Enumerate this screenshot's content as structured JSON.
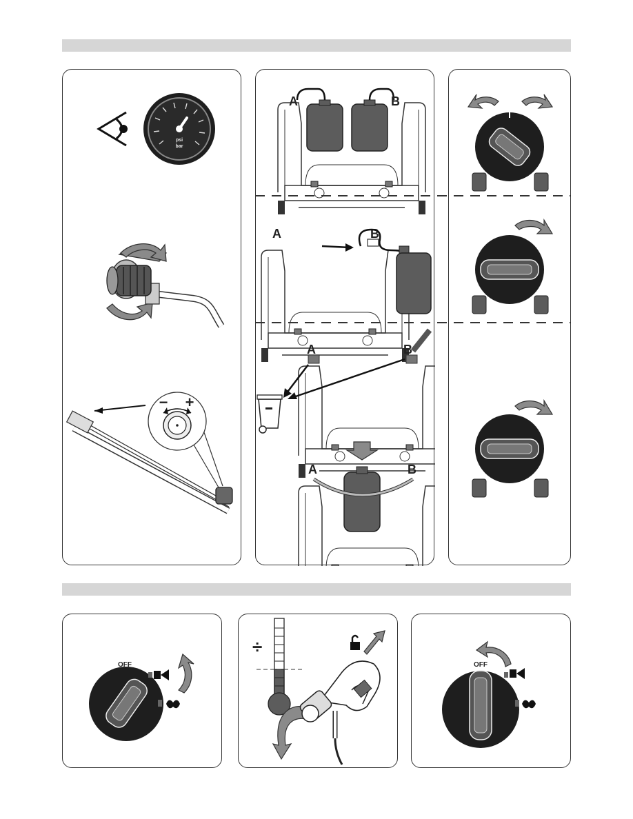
{
  "gauge": {
    "unit_top": "psi",
    "unit_bottom": "bar"
  },
  "hoses": {
    "label_a": "A",
    "label_b": "B"
  },
  "adjuster": {
    "minus": "−",
    "plus": "+"
  },
  "switch": {
    "off_label": "OFF"
  },
  "thermometer": {
    "divide_symbol": "÷"
  },
  "colors": {
    "tank": "#5c5c5c",
    "arrow": "#8a8a8a",
    "dial": "#1e1e1e",
    "bar": "#d6d6d6"
  },
  "icons": [
    "eye-icon",
    "pressure-gauge-icon",
    "rotate-arrow-icon",
    "nozzle-icon",
    "tank-icon",
    "waste-bin-icon",
    "selector-dial-icon",
    "detergent-icon",
    "burner-flame-icon",
    "thermometer-icon",
    "unlock-icon",
    "spray-gun-icon"
  ]
}
